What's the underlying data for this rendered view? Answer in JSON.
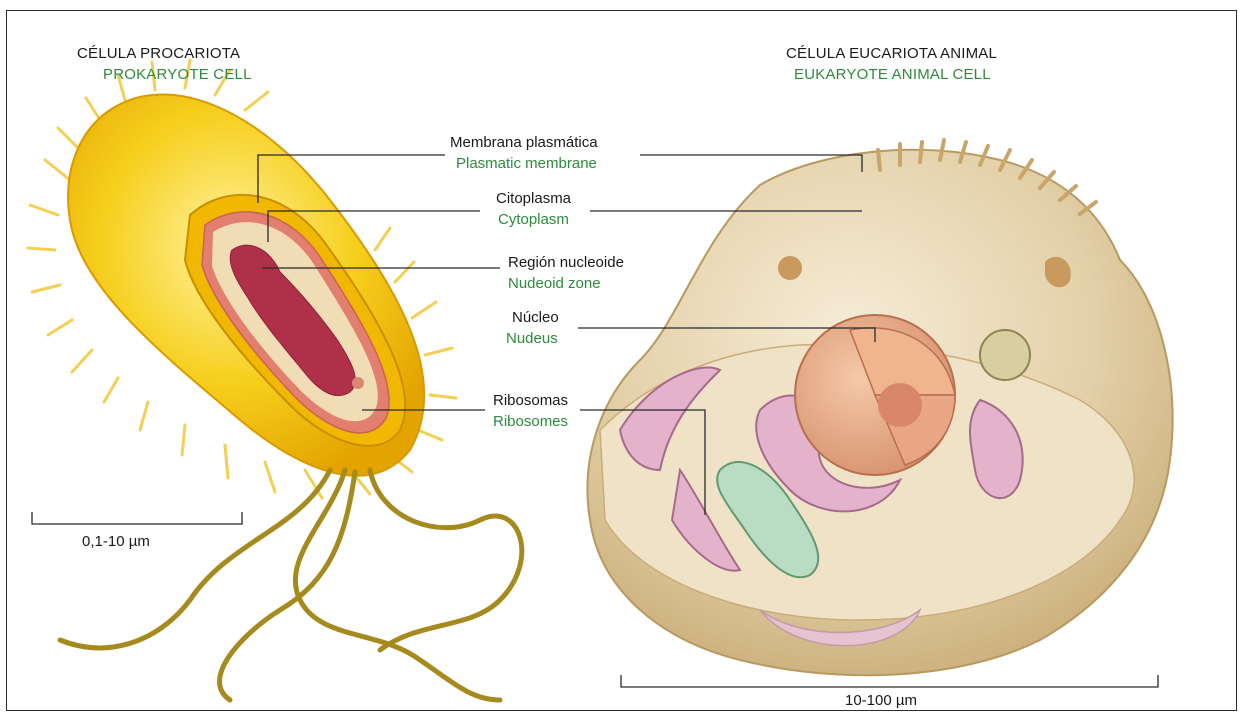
{
  "titles": {
    "prokaryote_es": "CÉLULA PROCARIOTA",
    "prokaryote_en": "PROKARYOTE CELL",
    "eukaryote_es": "CÉLULA EUCARIOTA ANIMAL",
    "eukaryote_en": "EUKARYOTE ANIMAL CELL"
  },
  "labels": [
    {
      "es": "Membrana plasmática",
      "en": "Plasmatic membrane"
    },
    {
      "es": "Citoplasma",
      "en": "Cytoplasm"
    },
    {
      "es": "Región nucleoide",
      "en": "Nudeoid zone"
    },
    {
      "es": "Núcleo",
      "en": "Nudeus"
    },
    {
      "es": "Ribosomas",
      "en": "Ribosomes"
    }
  ],
  "scales": {
    "prokaryote": "0,1-10 µm",
    "eukaryote": "10-100 µm"
  },
  "colors": {
    "label_green": "#2e8b3c",
    "bacterium_yellow": "#f2c200",
    "cytoplasm_beige": "#efd9b0",
    "nucleoid_red": "#b0304a",
    "eukaryote_tan": "#d9c49a"
  }
}
